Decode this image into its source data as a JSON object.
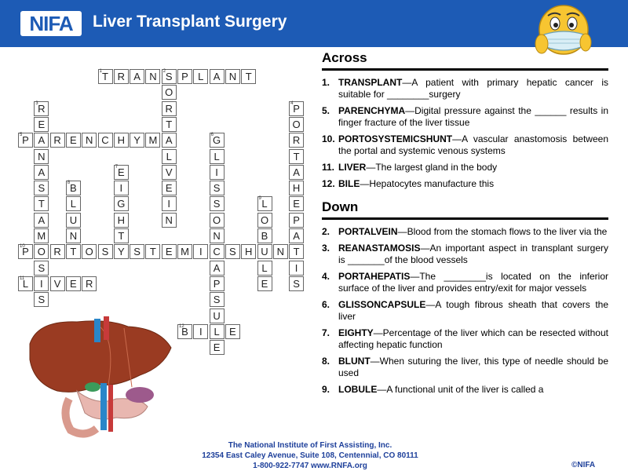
{
  "header": {
    "logo_text": "NIFA",
    "title": "Liver Transplant Surgery"
  },
  "crossword": {
    "across": [
      {
        "num": "1",
        "word": "TRANSPLANT"
      },
      {
        "num": "5",
        "word": "PARENCHYMA"
      },
      {
        "num": "10",
        "word": "PORTOSYSTEMICSHUNT"
      },
      {
        "num": "11",
        "word": "LIVER"
      },
      {
        "num": "12",
        "word": "BILE"
      }
    ],
    "down": [
      {
        "num": "2",
        "word": "PORTALVEIN"
      },
      {
        "num": "3",
        "word": "REANASTAMOSIS"
      },
      {
        "num": "4",
        "word": "PORTAHEPATIS"
      },
      {
        "num": "6",
        "word": "GLISSONCAPSULE"
      },
      {
        "num": "7",
        "word": "EIGHTY"
      },
      {
        "num": "8",
        "word": "BLUNT"
      },
      {
        "num": "9",
        "word": "LOBULE"
      }
    ]
  },
  "across_panel": {
    "heading": "Across",
    "clues": [
      {
        "num": "1.",
        "answer": "TRANSPLANT",
        "text": "—A patient with primary hepatic cancer is suitable for ________surgery"
      },
      {
        "num": "5.",
        "answer": "PARENCHYMA",
        "text": "—Digital pressure against the ______ results in finger fracture of the liver tissue"
      },
      {
        "num": "10.",
        "answer": "PORTOSYSTEMICSHUNT",
        "text": "—A vascular anastomosis between the portal and systemic venous systems"
      },
      {
        "num": "11.",
        "answer": "LIVER",
        "text": "—The largest gland in the body"
      },
      {
        "num": "12.",
        "answer": "BILE",
        "text": "—Hepatocytes manufacture this"
      }
    ]
  },
  "down_panel": {
    "heading": "Down",
    "clues": [
      {
        "num": "2.",
        "answer": "PORTALVEIN",
        "text": "—Blood from the stomach flows to the liver via the"
      },
      {
        "num": "3.",
        "answer": "REANASTAMOSIS",
        "text": "—An important aspect in transplant surgery is _______of the blood vessels"
      },
      {
        "num": "4.",
        "answer": "PORTAHEPATIS",
        "text": "—The ________is located on the inferior surface of the liver and provides entry/exit for major vessels"
      },
      {
        "num": "6.",
        "answer": "GLISSONCAPSULE",
        "text": "—A tough fibrous sheath that covers the liver"
      },
      {
        "num": "7.",
        "answer": "EIGHTY",
        "text": "—Percentage of the liver which can be resected without affecting hepatic function"
      },
      {
        "num": "8.",
        "answer": "BLUNT",
        "text": "—When suturing the liver, this type of needle should be used"
      },
      {
        "num": "9.",
        "answer": "LOBULE",
        "text": "—A functional unit of the liver is called a"
      }
    ]
  },
  "footer": {
    "line1": "The National Institute of First Assisting, Inc.",
    "line2": "12354 East Caley Avenue, Suite 108, Centennial, CO 80111",
    "line3": "1-800-922-7747  www.RNFA.org",
    "copyright": "©NIFA"
  },
  "colors": {
    "header_bg": "#1d5bb5",
    "footer_text": "#1d3f9a"
  }
}
